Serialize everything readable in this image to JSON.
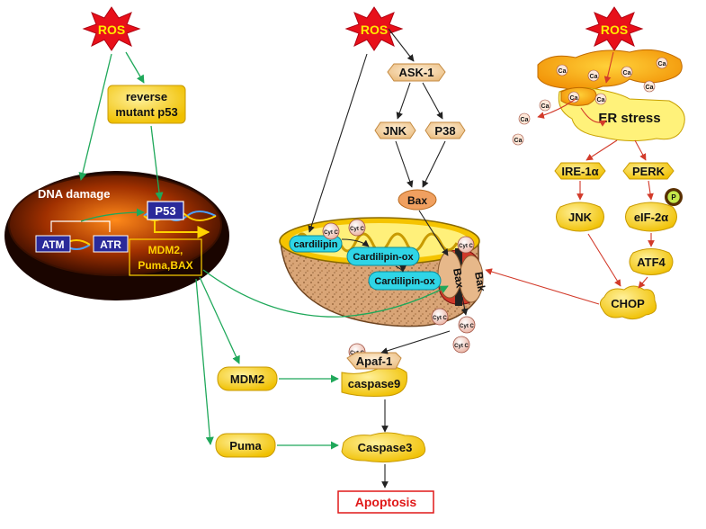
{
  "ros_labels": [
    "ROS",
    "ROS",
    "ROS"
  ],
  "nucleus": {
    "dna_damage": "DNA damage",
    "atm": "ATM",
    "atr": "ATR",
    "p53": "P53",
    "targets": [
      "MDM2,",
      "Puma,BAX"
    ]
  },
  "reverse_p53": [
    "reverse",
    "mutant p53"
  ],
  "mapk": {
    "ask1": "ASK-1",
    "jnk": "JNK",
    "p38": "P38",
    "bax": "Bax"
  },
  "mito": {
    "cardilipin": "cardilipin",
    "cardilipin_ox_1": "Cardilipin-ox",
    "cardilipin_ox_2": "Cardilipin-ox",
    "cytc": "Cyt C",
    "bax": "Bax",
    "bak": "Bak"
  },
  "er": {
    "ca": "Ca",
    "er_stress": "ER stress",
    "ire1a": "IRE-1α",
    "perk": "PERK",
    "jnk": "JNK",
    "eif2a": "eIF-2α",
    "p": "P",
    "atf4": "ATF4",
    "chop": "CHOP"
  },
  "apoptosome": {
    "mdm2": "MDM2",
    "puma": "Puma",
    "apaf1": "Apaf-1",
    "caspase9": "caspase9",
    "caspase3": "Caspase3",
    "apoptosis": "Apoptosis"
  },
  "colors": {
    "green_arrow": "#1fa85a",
    "red_arrow": "#d23a2a",
    "black_arrow": "#222222",
    "yellow_box": "#f2c200",
    "ros_red": "#e8101a",
    "cyan_pill": "#2fd5e6",
    "p53_box": "#2a2a9a",
    "apoptosis_red": "#e01818"
  }
}
